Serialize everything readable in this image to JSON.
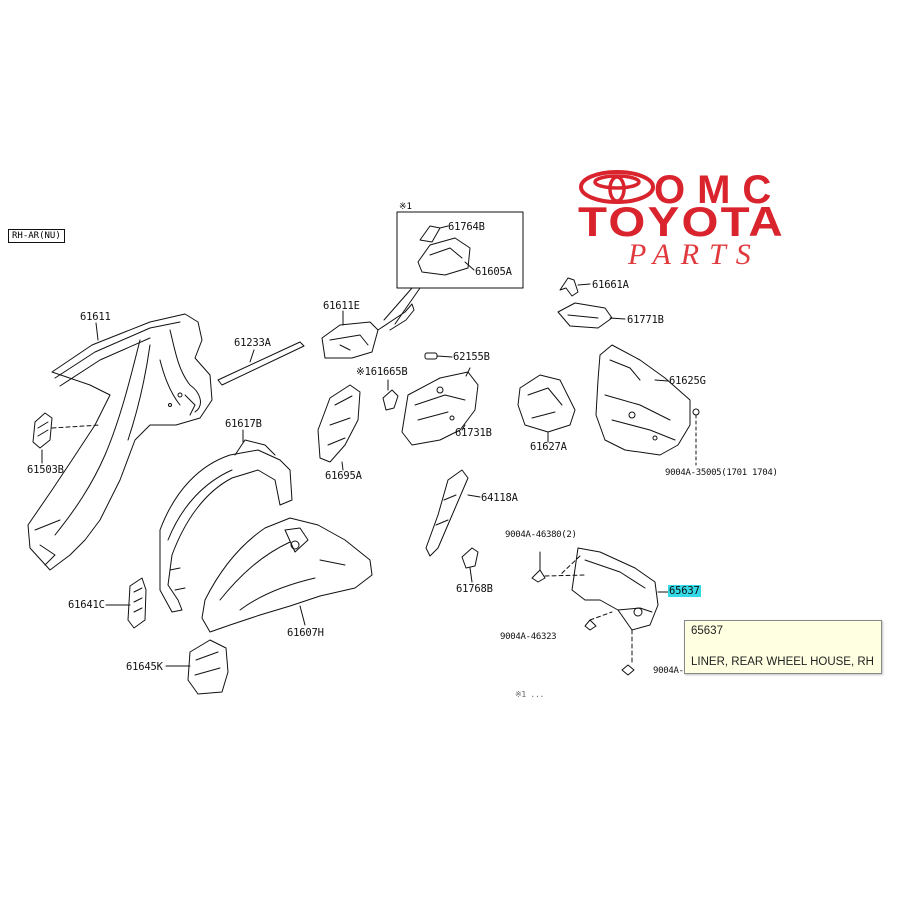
{
  "region_code": "RH-AR(NU)",
  "note_mark": "※1",
  "footnote": "※1 ...",
  "logo": {
    "line1": "OMC",
    "line2": "TOYOTA",
    "line3": "PARTS",
    "color": "#d9232d"
  },
  "highlight_color": "#33d9e6",
  "parts": {
    "p61611": "61611",
    "p61233A": "61233A",
    "p61611E": "61611E",
    "p61764B": "61764B",
    "p61605A": "61605A",
    "p61661A": "61661A",
    "p61771B": "61771B",
    "p62155B": "62155B",
    "p61665B": "※161665B",
    "p61625G": "61625G",
    "p61503B": "61503B",
    "p61617B": "61617B",
    "p61695A": "61695A",
    "p61731B": "61731B",
    "p61627A": "61627A",
    "p9004A35005": "9004A-35005(1701 1704)",
    "p64118A": "64118A",
    "p9004A46380": "9004A-46380(2)",
    "p65637": "65637",
    "p61768B": "61768B",
    "p61641C": "61641C",
    "p61607H": "61607H",
    "p9004A46323": "9004A-46323",
    "p61645K": "61645K",
    "p9004Abottom": "9004A-"
  },
  "tooltip": {
    "code": "65637",
    "description": "LINER, REAR WHEEL HOUSE, RH"
  }
}
